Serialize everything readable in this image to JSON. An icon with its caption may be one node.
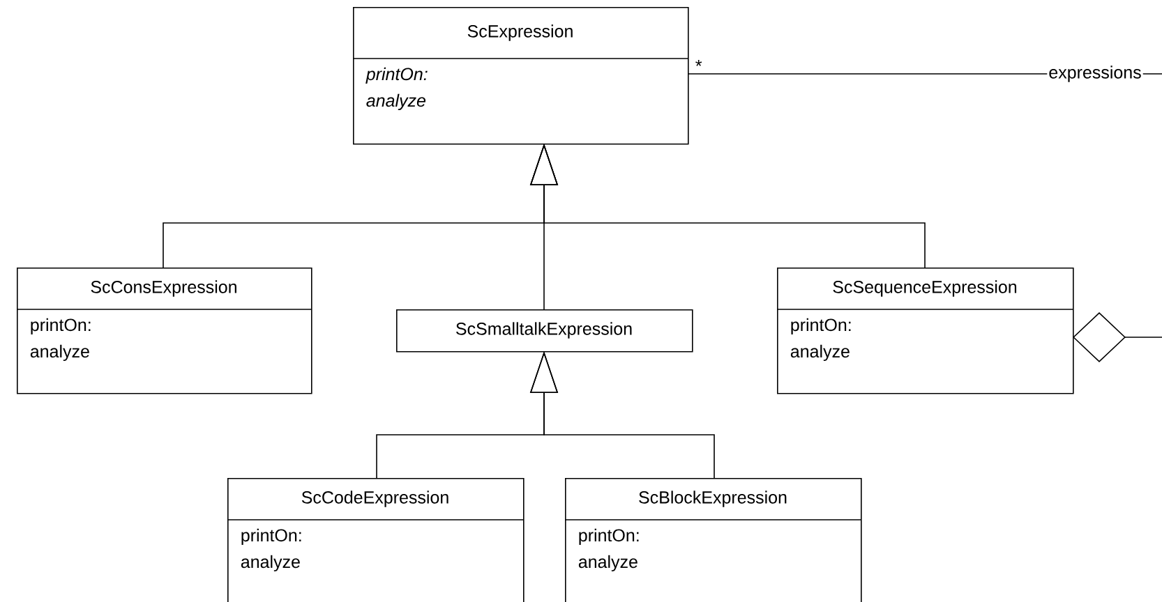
{
  "diagram": {
    "nodes": [
      {
        "text": [
          "ScExpression",
          "printOn: analyze"
        ]
      },
      {
        "text": [
          "ScConsExpression",
          "printOn: analyze"
        ]
      },
      {
        "text": [
          "ScSmalltalkExpression"
        ]
      },
      {
        "text": [
          "ScSequenceExpression",
          "printOn: analyze"
        ]
      },
      {
        "text": [
          "ScCodeExpression",
          "printOn: analyze"
        ]
      },
      {
        "text": [
          "ScBlockExpression",
          "printOn: analyze"
        ]
      }
    ],
    "edges": [
      {
        "from": 1,
        "to": 0,
        "arrow": "to"
      },
      {
        "from": 2,
        "to": 0,
        "arrow": "to"
      },
      {
        "from": 3,
        "to": 0,
        "arrow": "to"
      },
      {
        "from": 4,
        "to": 2,
        "arrow": "to"
      },
      {
        "from": 5,
        "to": 2,
        "arrow": "to"
      },
      {
        "from": 0,
        "to": 3,
        "arrow": "other",
        "label": "expressions"
      }
    ],
    "labels": [
      "*"
    ]
  }
}
